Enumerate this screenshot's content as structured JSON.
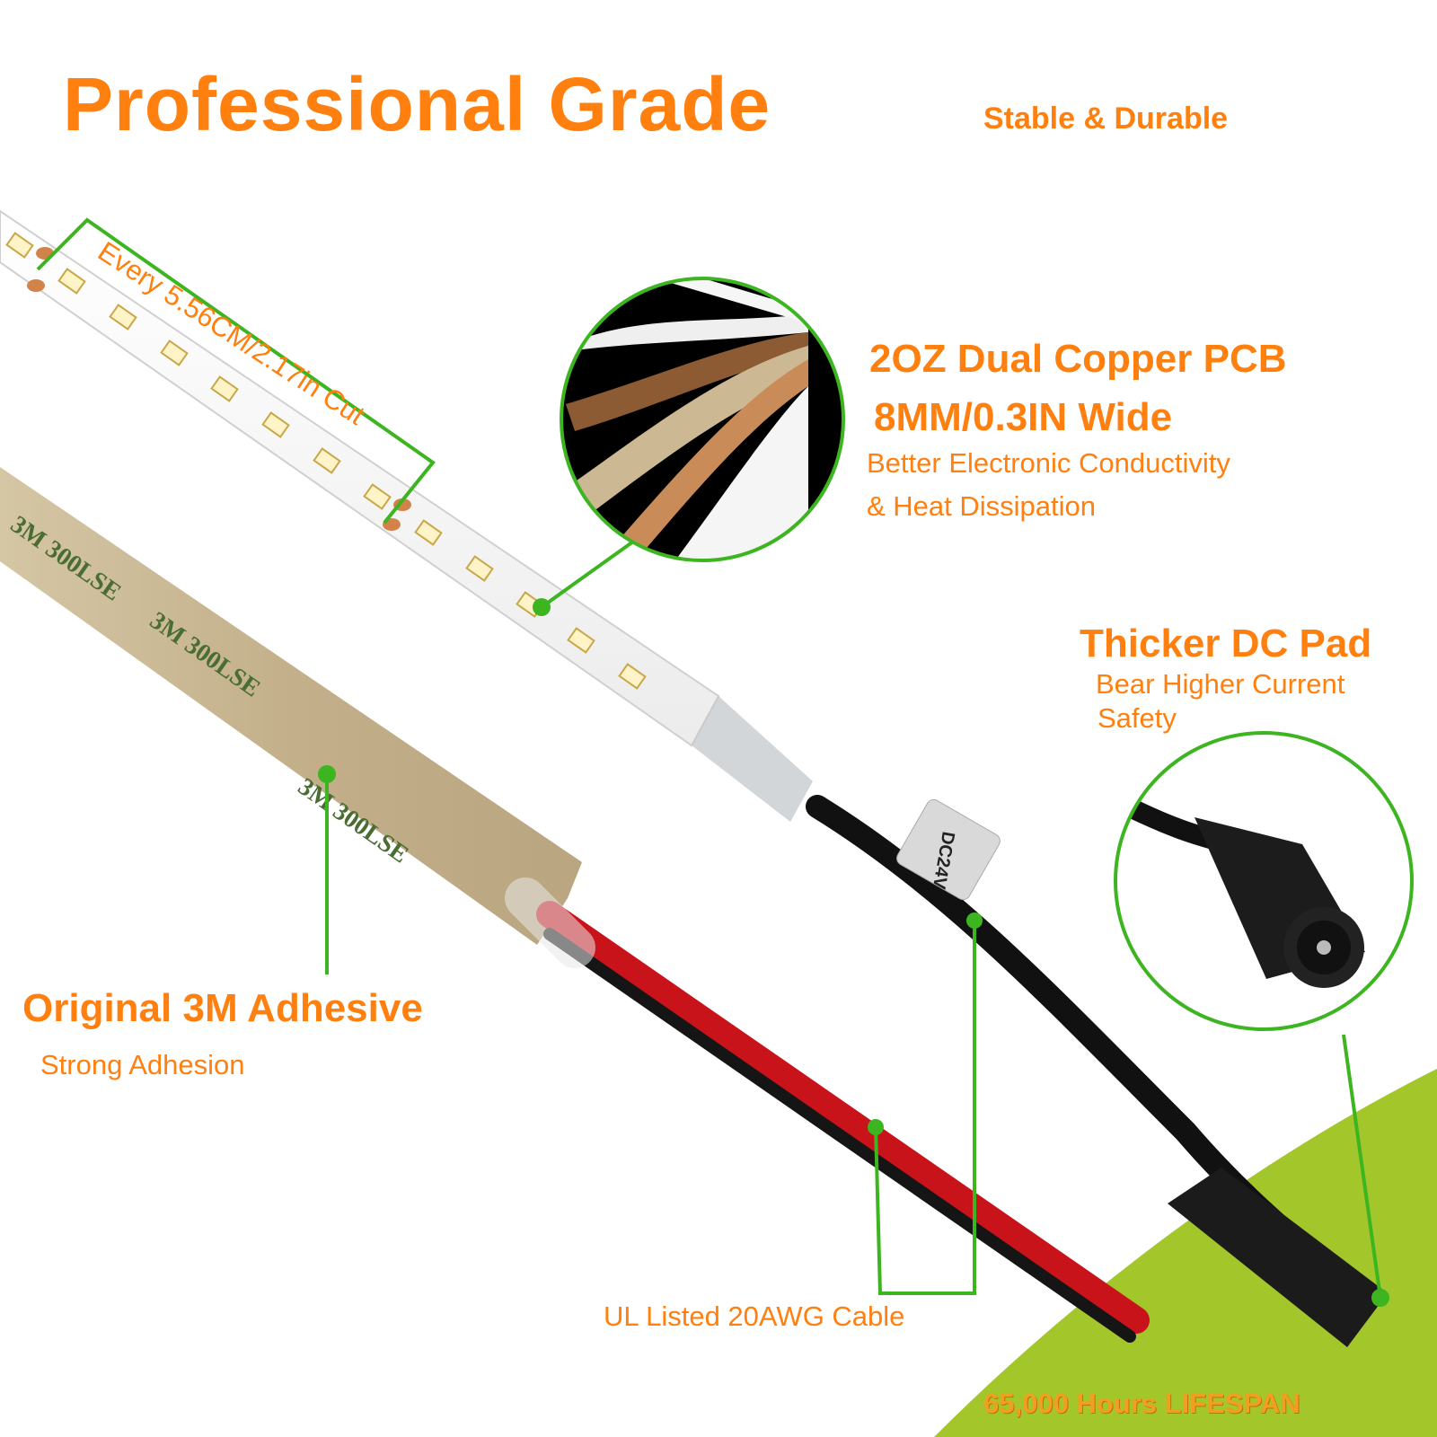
{
  "headline": "Professional Grade",
  "tagline": "Stable & Durable",
  "cut_label": "Every 5.56CM/2.17in Cut",
  "pcb": {
    "title_line1": "2OZ Dual Copper PCB",
    "title_line2": "8MM/0.3IN Wide",
    "desc_line1": "Better Electronic Conductivity",
    "desc_line2": "& Heat Dissipation"
  },
  "dc_pad": {
    "title": "Thicker DC Pad",
    "desc_line1": "Bear Higher Current",
    "desc_line2": "Safety"
  },
  "adhesive": {
    "title": "Original 3M Adhesive",
    "desc": "Strong Adhesion",
    "tape_print": "3M 300LSE"
  },
  "cable_label": "UL Listed 20AWG Cable",
  "voltage_tag": "DC24V",
  "lifespan": "65,000 Hours LIFESPAN",
  "colors": {
    "accent_text": "#ff7f0f",
    "callout_green": "#3cb521",
    "swoosh_green": "#a3c62a",
    "tape_tan": "#c9b894",
    "cable_red": "#c9131b",
    "cable_black": "#111111"
  },
  "icons": [
    "dc-barrel-jack-icon",
    "pcb-layers-icon",
    "led-chip-icon"
  ]
}
